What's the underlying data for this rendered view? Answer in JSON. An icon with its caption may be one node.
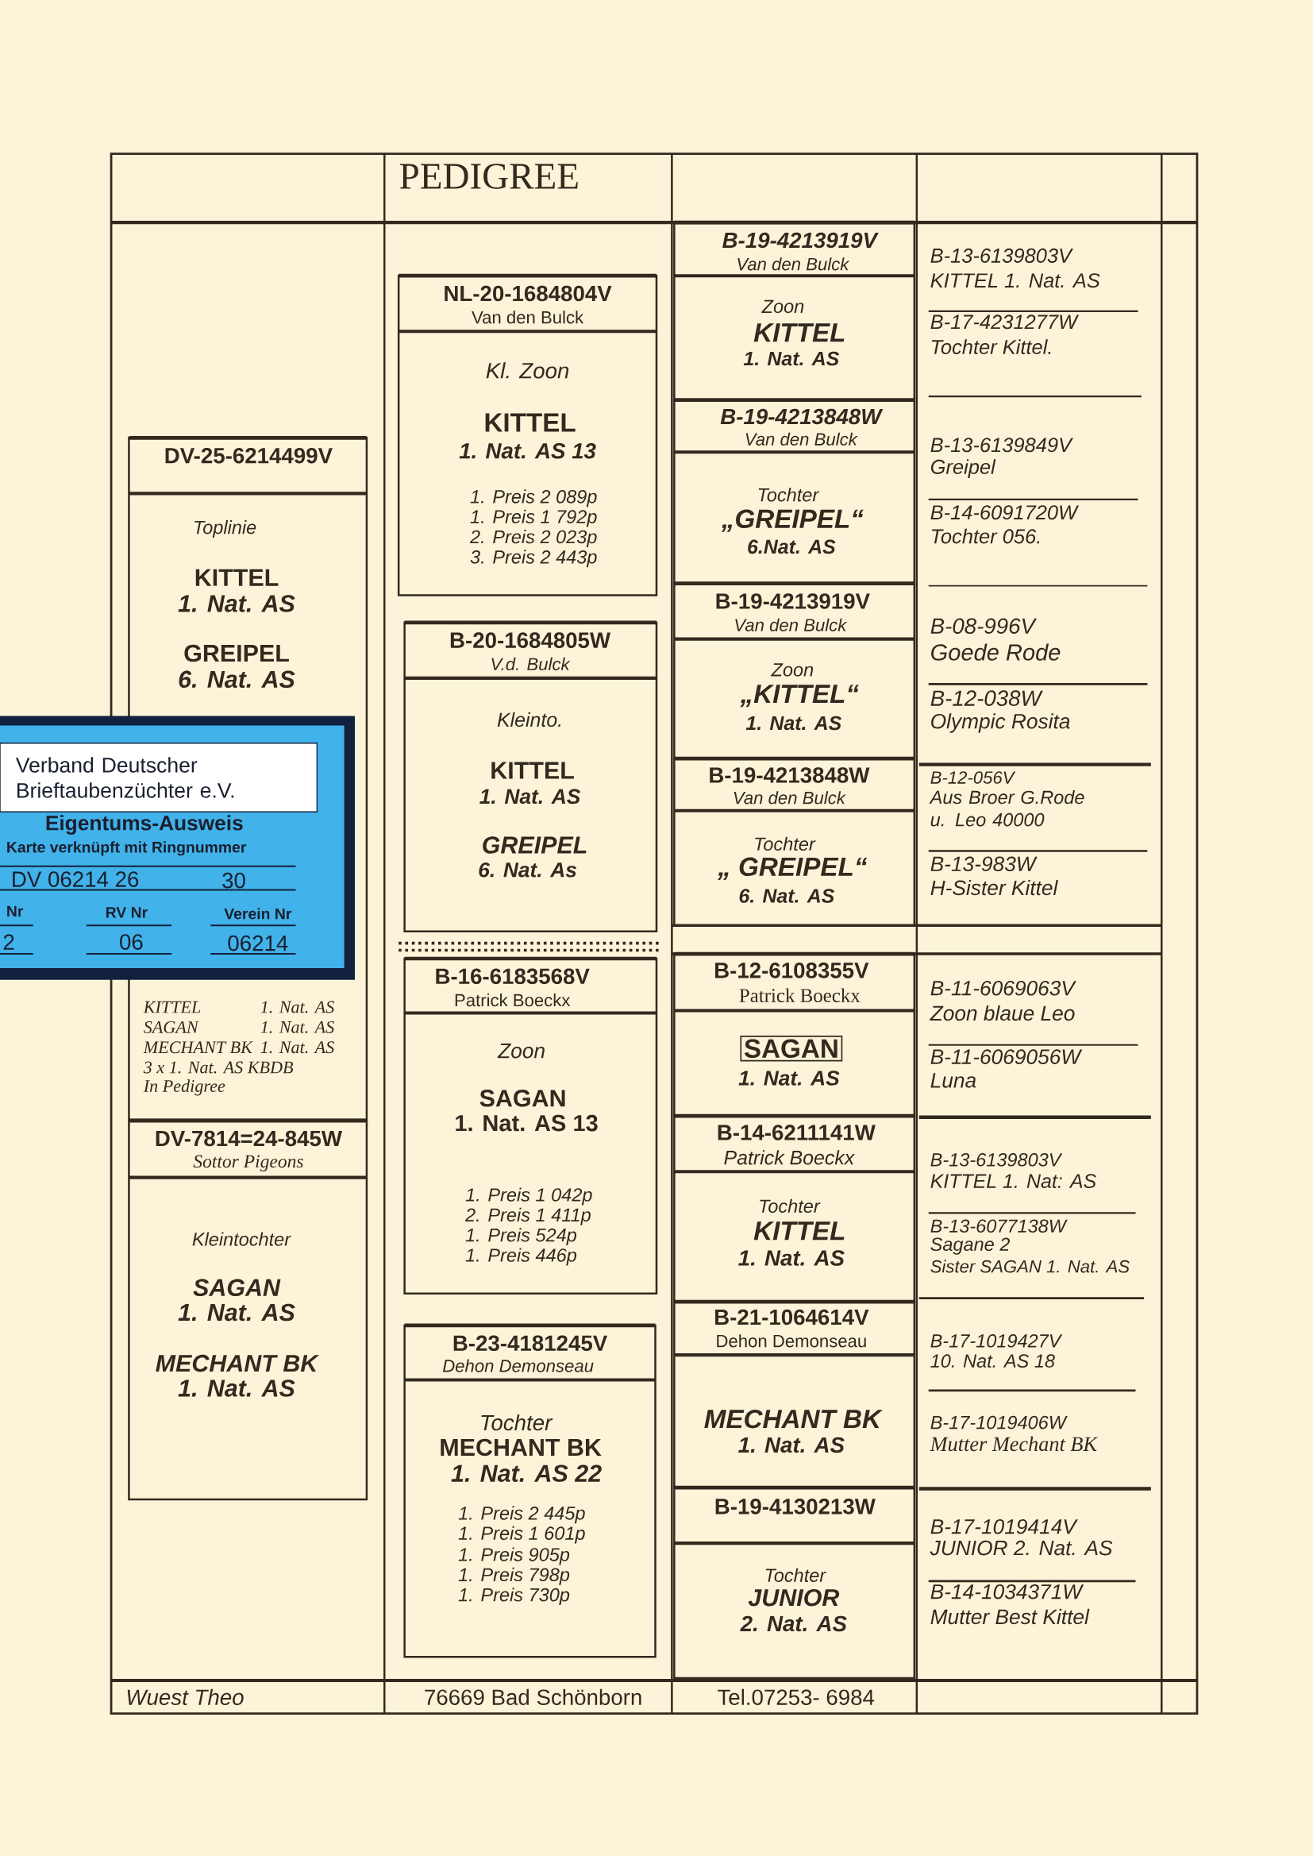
{
  "diagram": {
    "title": "PEDIGREE",
    "nodes": [
      {
        "text": [
          "DV-25-6214499V",
          "Toplinie",
          "KITTEL",
          "1. Nat. AS",
          "GREIPEL",
          "6. Nat. AS",
          "KITTEL",
          "1. Nat. AS",
          "SAGAN",
          "1. Nat. AS",
          "MECHANT BK",
          "1. Nat. AS",
          "3 x 1. Nat. AS KBDB",
          "In Pedigree"
        ]
      },
      {
        "text": [
          "Verband Deutscher Brieftaubenzüchter e.V.",
          "Eigentums-Ausweis",
          "Karte verknüpft mit Ringnummer",
          "DV 06214 26",
          "30",
          "Nr",
          "RV Nr",
          "Verein Nr",
          "2",
          "06",
          "06214"
        ]
      },
      {
        "text": [
          "DV-7814=24-845W",
          "Sottor Pigeons",
          "Kleintochter",
          "SAGAN",
          "1. Nat. AS",
          "MECHANT BK",
          "1. Nat. AS"
        ]
      },
      {
        "text": [
          "NL-20-1684804V",
          "Van den Bulck",
          "Kl. Zoon",
          "KITTEL",
          "1. Nat. AS 13",
          "1. Preis 2 089p",
          "1. Preis 1 792p",
          "2. Preis 2 023p",
          "3. Preis 2 443p"
        ]
      },
      {
        "text": [
          "B-20-1684805W",
          "V.d. Bulck",
          "Kleinto.",
          "KITTEL",
          "1. Nat. AS",
          "GREIPEL",
          "6. Nat. As"
        ]
      },
      {
        "text": [
          "B-16-6183568V",
          "Patrick Boeckx",
          "Zoon",
          "SAGAN",
          "1. Nat. AS 13",
          "1. Preis 1 042p",
          "2. Preis 1 411p",
          "1. Preis 524p",
          "1. Preis 446p"
        ]
      },
      {
        "text": [
          "B-23-4181245V",
          "Dehon Demonseau",
          "Tochter",
          "MECHANT BK",
          "1. Nat. AS 22",
          "1. Preis 2 445p",
          "1. Preis 1 601p",
          "1. Preis 905p",
          "1. Preis 798p",
          "1. Preis 730p"
        ]
      },
      {
        "text": [
          "B-19-4213919V",
          "Van den Bulck",
          "Zoon",
          "KITTEL",
          "1. Nat. AS"
        ]
      },
      {
        "text": [
          "B-19-4213848W",
          "Van den Bulck",
          "Tochter",
          "„GREIPEL“",
          "6.Nat. AS"
        ]
      },
      {
        "text": [
          "B-19-4213919V",
          "Van den Bulck",
          "Zoon",
          "„KITTEL“",
          "1. Nat. AS"
        ]
      },
      {
        "text": [
          "B-19-4213848W",
          "Van den Bulck",
          "Tochter",
          "„ GREIPEL“",
          "6. Nat. AS"
        ]
      },
      {
        "text": [
          "B-12-6108355V",
          "Patrick Boeckx",
          "SAGAN",
          "1. Nat. AS"
        ]
      },
      {
        "text": [
          "B-14-6211141W",
          "Patrick Boeckx",
          "Tochter",
          "KITTEL",
          "1. Nat. AS"
        ]
      },
      {
        "text": [
          "B-21-1064614V",
          "Dehon Demonseau",
          "MECHANT BK",
          "1. Nat. AS"
        ]
      },
      {
        "text": [
          "B-19-4130213W",
          "Tochter",
          "JUNIOR",
          "2. Nat. AS"
        ]
      },
      {
        "text": [
          "B-13-6139803V",
          "KITTEL 1. Nat. AS"
        ]
      },
      {
        "text": [
          "B-17-4231277W",
          "Tochter Kittel."
        ]
      },
      {
        "text": [
          "B-13-6139849V",
          "Greipel"
        ]
      },
      {
        "text": [
          "B-14-6091720W",
          "Tochter 056."
        ]
      },
      {
        "text": [
          "B-08-996V",
          "Goede Rode"
        ]
      },
      {
        "text": [
          "B-12-038W",
          "Olympic Rosita"
        ]
      },
      {
        "text": [
          "B-12-056V",
          "Aus Broer G.Rode u. Leo 40000"
        ]
      },
      {
        "text": [
          "B-13-983W",
          "H-Sister Kittel"
        ]
      },
      {
        "text": [
          "B-11-6069063V",
          "Zoon blaue Leo"
        ]
      },
      {
        "text": [
          "B-11-6069056W",
          "Luna"
        ]
      },
      {
        "text": [
          "B-13-6139803V",
          "KITTEL 1. Nat: AS"
        ]
      },
      {
        "text": [
          "B-13-6077138W",
          "Sagane 2",
          "Sister SAGAN 1. Nat. AS"
        ]
      },
      {
        "text": [
          "B-17-1019427V",
          "10. Nat. AS 18"
        ]
      },
      {
        "text": [
          "B-17-1019406W",
          "Mutter Mechant BK"
        ]
      },
      {
        "text": [
          "B-17-1019414V",
          "JUNIOR 2. Nat. AS"
        ]
      },
      {
        "text": [
          "B-14-1034371W",
          "Mutter Best Kittel"
        ]
      }
    ],
    "labels": [
      "Wuest Theo",
      "76669 Bad Schönborn",
      "Tel.07253- 6984"
    ]
  }
}
